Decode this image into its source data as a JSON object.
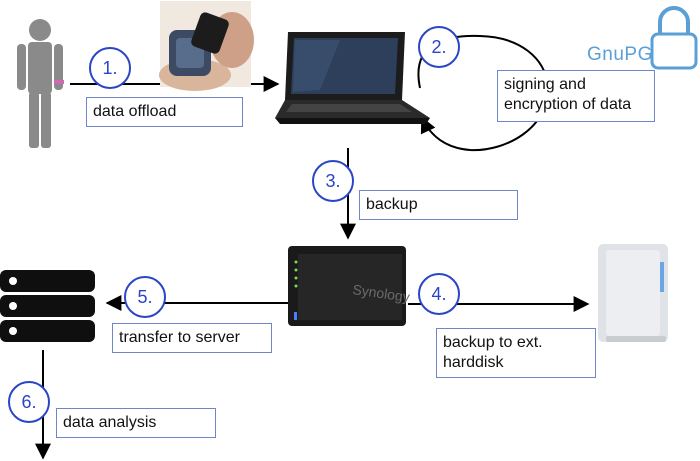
{
  "steps": {
    "s1": "1.",
    "s2": "2.",
    "s3": "3.",
    "s4": "4.",
    "s5": "5.",
    "s6": "6."
  },
  "labels": {
    "data_offload": "data offload",
    "signing_line1": "signing and",
    "signing_line2": "encryption of data",
    "backup": "backup",
    "backup_ext_line1": "backup to ext.",
    "backup_ext_line2": "harddisk",
    "transfer": "transfer to server",
    "analysis": "data analysis"
  },
  "logos": {
    "gnupg": "GnuPG",
    "synology": "Synology"
  },
  "icons": [
    "person-icon",
    "smartwatch-photo",
    "laptop-icon",
    "lock-icon",
    "nas-icon",
    "server-rack-icon",
    "external-harddisk-icon"
  ],
  "colors": {
    "accent": "#2a45c6",
    "box_border": "#6f86c8",
    "gnupg": "#5aa0d6",
    "person": "#8a8a8a"
  }
}
